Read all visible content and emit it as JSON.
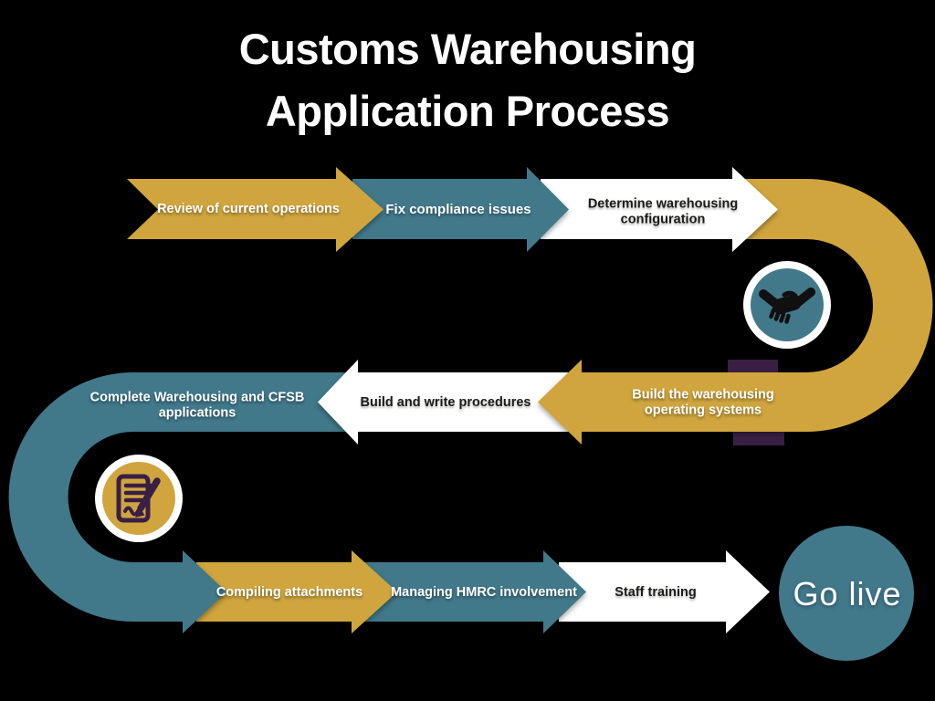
{
  "title": {
    "line1": "Customs Warehousing",
    "line2": "Application Process"
  },
  "colors": {
    "background": "#000000",
    "gold": "#D0A53E",
    "teal": "#41798B",
    "white": "#FFFFFF",
    "purple": "#3A1F45",
    "icon_dark": "#101010",
    "label_light": "#FFFFFF",
    "label_dark": "#1C1C1A"
  },
  "steps": [
    {
      "label": "Review of current operations",
      "arrow_color": "gold",
      "text_color": "white"
    },
    {
      "label": "Fix compliance issues",
      "arrow_color": "teal",
      "text_color": "white"
    },
    {
      "label": "Determine warehousing configuration",
      "arrow_color": "white",
      "text_color": "dark"
    },
    {
      "label": "Build the warehousing operating systems",
      "arrow_color": "gold",
      "text_color": "white"
    },
    {
      "label": "Build and write procedures",
      "arrow_color": "white",
      "text_color": "dark"
    },
    {
      "label": "Complete Warehousing and CFSB applications",
      "arrow_color": "teal",
      "text_color": "white"
    },
    {
      "label": "Compiling attachments",
      "arrow_color": "gold",
      "text_color": "white"
    },
    {
      "label": "Managing HMRC involvement",
      "arrow_color": "teal",
      "text_color": "white"
    },
    {
      "label": "Staff training",
      "arrow_color": "white",
      "text_color": "dark"
    }
  ],
  "final_step": {
    "label": "Go live",
    "shape": "circle",
    "color": "teal"
  },
  "badges": [
    {
      "icon": "handshake-icon",
      "circle_color": "teal",
      "ring_color": "white"
    },
    {
      "icon": "document-pen-icon",
      "circle_color": "gold",
      "ring_color": "white"
    }
  ]
}
